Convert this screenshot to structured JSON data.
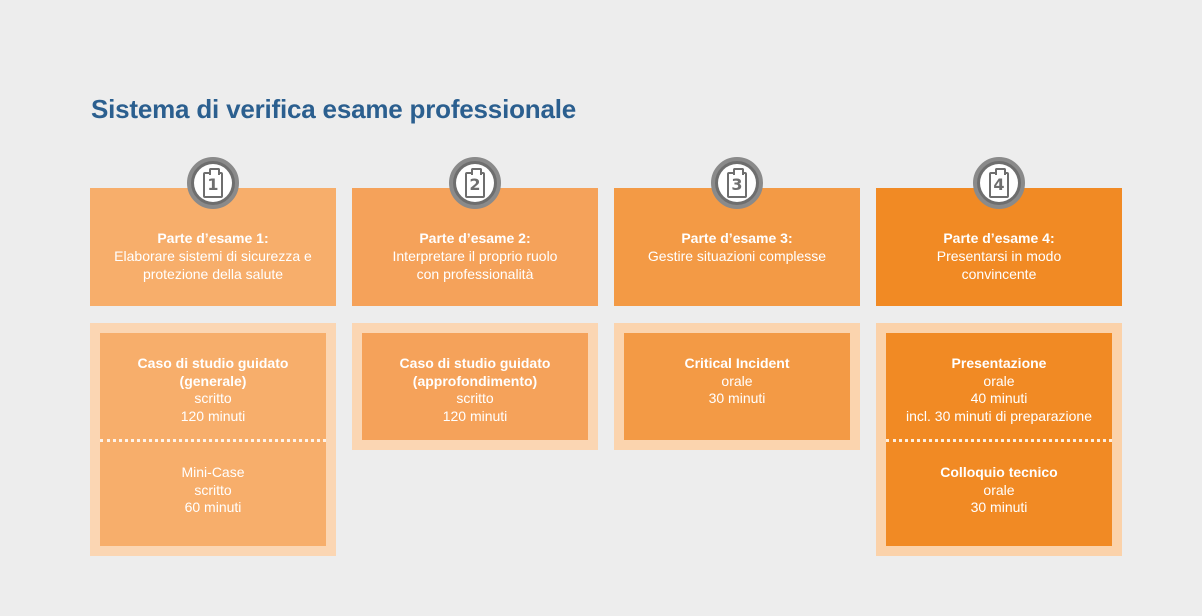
{
  "title": "Sistema di verifica esame professionale",
  "parts": [
    {
      "number": "1",
      "header_title": "Parte d’esame 1:",
      "header_lines": [
        "Elaborare sistemi di sicurezza e",
        "protezione della salute"
      ],
      "items": [
        {
          "bold": [
            "Caso di studio guidato",
            "(generale)"
          ],
          "lines": [
            "scritto",
            "120 minuti"
          ]
        },
        {
          "bold": [],
          "lines": [
            "Mini-Case",
            "scritto",
            "60 minuti"
          ]
        }
      ]
    },
    {
      "number": "2",
      "header_title": "Parte d’esame 2:",
      "header_lines": [
        "Interpretare il proprio ruolo",
        "con professionalità"
      ],
      "items": [
        {
          "bold": [
            "Caso di studio guidato",
            "(approfondimento)"
          ],
          "lines": [
            "scritto",
            "120 minuti"
          ]
        }
      ]
    },
    {
      "number": "3",
      "header_title": "Parte d’esame 3:",
      "header_lines": [
        "Gestire situazioni complesse"
      ],
      "items": [
        {
          "bold": [
            "Critical Incident"
          ],
          "lines": [
            "orale",
            "30 minuti"
          ]
        }
      ]
    },
    {
      "number": "4",
      "header_title": "Parte d’esame 4:",
      "header_lines": [
        "Presentarsi in modo",
        "convincente"
      ],
      "items": [
        {
          "bold": [
            "Presentazione"
          ],
          "lines": [
            "orale",
            "40 minuti",
            "incl. 30 minuti di preparazione"
          ]
        },
        {
          "bold": [
            "Colloquio tecnico"
          ],
          "lines": [
            "orale",
            "30 minuti"
          ]
        }
      ]
    }
  ],
  "colors": {
    "title": "#2b5f8f",
    "part1": "#f7ae6b",
    "part2": "#f5a25a",
    "part3": "#f39a45",
    "part4": "#f18a24",
    "frame": "#fbd6b3",
    "background": "#ededed"
  },
  "icons": {
    "badge": "clipboard-number-icon"
  }
}
